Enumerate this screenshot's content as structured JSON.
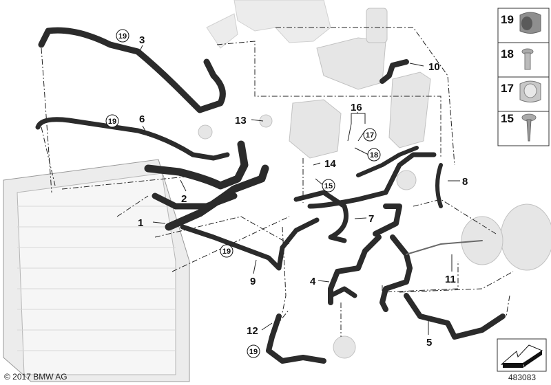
{
  "diagram": {
    "callouts": {
      "c1": "1",
      "c2": "2",
      "c3": "3",
      "c4": "4",
      "c5": "5",
      "c6": "6",
      "c7": "7",
      "c8": "8",
      "c9": "9",
      "c10": "10",
      "c11": "11",
      "c12": "12",
      "c13": "13",
      "c14": "14",
      "c16": "16"
    },
    "circled_callouts": {
      "c15": "15",
      "c17": "17",
      "c18": "18",
      "c19a": "19",
      "c19b": "19",
      "c19c": "19",
      "c19d": "19"
    },
    "legend": [
      {
        "number": "19",
        "part": "clamp"
      },
      {
        "number": "18",
        "part": "bolt"
      },
      {
        "number": "17",
        "part": "clamp"
      },
      {
        "number": "15",
        "part": "screw"
      }
    ]
  },
  "footer": {
    "copyright": "© 2017 BMW AG",
    "diagram_number": "483083"
  }
}
